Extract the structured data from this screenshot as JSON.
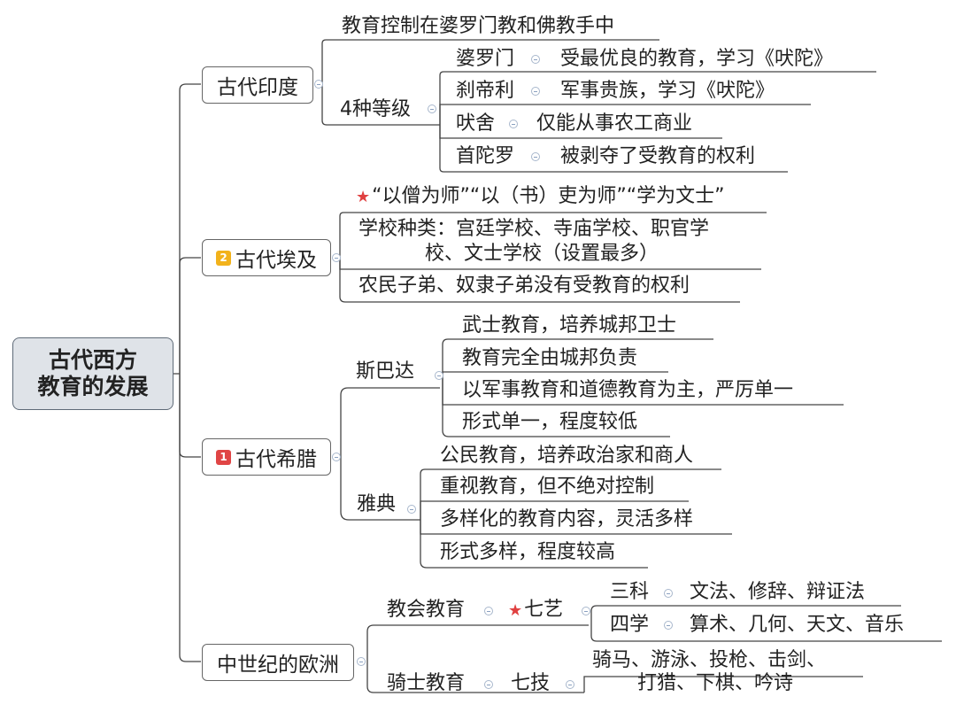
{
  "root": {
    "line1": "古代西方",
    "line2": "教育的发展"
  },
  "india": {
    "title": "古代印度",
    "control": "教育控制在婆罗门教和佛教手中",
    "caste_label": "4种等级",
    "castes": [
      {
        "name": "婆罗门",
        "desc": "受最优良的教育，学习《吠陀》"
      },
      {
        "name": "刹帝利",
        "desc": "军事贵族，学习《吠陀》"
      },
      {
        "name": "吠舍",
        "desc": "仅能从事农工商业"
      },
      {
        "name": "首陀罗",
        "desc": "被剥夺了受教育的权利"
      }
    ]
  },
  "egypt": {
    "badge": "2",
    "title": "古代埃及",
    "item1": "“以僧为师”“以（书）吏为师”“学为文士”",
    "item2_line1": "学校种类：宫廷学校、寺庙学校、职官学",
    "item2_line2": "校、文士学校（设置最多）",
    "item3": "农民子弟、奴隶子弟没有受教育的权利"
  },
  "greece": {
    "badge": "1",
    "title": "古代希腊",
    "sparta": {
      "label": "斯巴达",
      "items": [
        "武士教育，培养城邦卫士",
        "教育完全由城邦负责",
        "以军事教育和道德教育为主，严厉单一",
        "形式单一，程度较低"
      ]
    },
    "athens": {
      "label": "雅典",
      "items": [
        "公民教育，培养政治家和商人",
        "重视教育，但不绝对控制",
        "多样化的教育内容，灵活多样",
        "形式多样，程度较高"
      ]
    }
  },
  "medieval": {
    "title": "中世纪的欧洲",
    "church": {
      "label": "教会教育",
      "seven_arts": "七艺",
      "trivium": {
        "name": "三科",
        "desc": "文法、修辞、辩证法"
      },
      "quadrivium": {
        "name": "四学",
        "desc": "算术、几何、天文、音乐"
      }
    },
    "knight": {
      "label": "骑士教育",
      "seven_skills": "七技",
      "skills_line1": "骑马、游泳、投枪、击剑、",
      "skills_line2": "打猎、下棋、吟诗"
    }
  },
  "colors": {
    "line": "#444444",
    "badge1": "#e04545",
    "badge2": "#f2b21b",
    "star": "#e04040",
    "root_bg": "#dfe3e8"
  }
}
